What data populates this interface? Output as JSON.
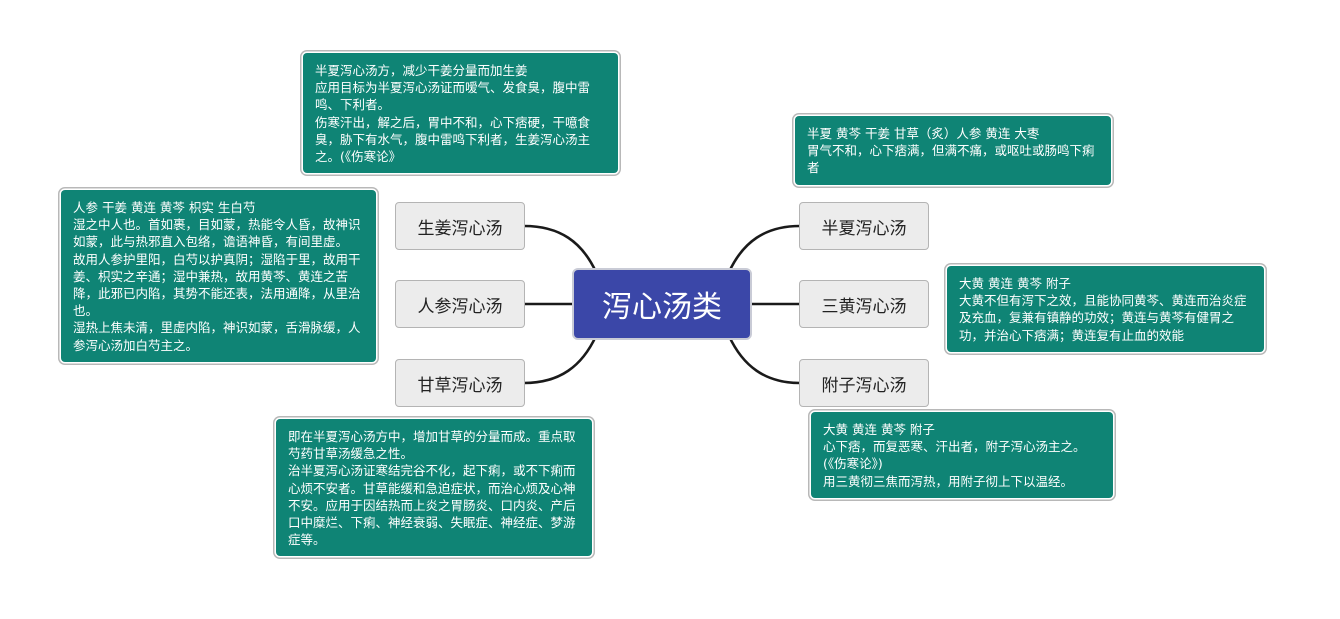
{
  "central": {
    "label": "泻心汤类"
  },
  "branches": [
    {
      "id": "shengjiang",
      "label": "生姜泻心汤",
      "note": [
        "半夏泻心汤方，减少干姜分量而加生姜",
        "应用目标为半夏泻心汤证而嗳气、发食臭，腹中雷鸣、下利者。",
        "伤寒汗出，解之后，胃中不和，心下痞硬，干噫食臭，胁下有水气，腹中雷鸣下利者，生姜泻心汤主之。(《伤寒论》"
      ]
    },
    {
      "id": "renshen",
      "label": "人参泻心汤",
      "note": [
        "人参 干姜 黄连 黄芩 枳实 生白芍",
        "湿之中人也。首如裹，目如蒙，热能令人昏，故神识如蒙，此与热邪直入包络，谵语神昏，有间里虚。",
        "故用人参护里阳，白芍以护真阴；湿陷于里，故用干姜、枳实之辛通；湿中兼热，故用黄芩、黄连之苦降，此邪已内陷，其势不能还表，法用通降，从里治也。",
        "湿热上焦未清，里虚内陷，神识如蒙，舌滑脉缓，人参泻心汤加白芍主之。"
      ]
    },
    {
      "id": "gancao",
      "label": "甘草泻心汤",
      "note": [
        "即在半夏泻心汤方中，增加甘草的分量而成。重点取芍药甘草汤缓急之性。",
        "治半夏泻心汤证寒结完谷不化，起下痢，或不下痢而心烦不安者。甘草能缓和急迫症状，而治心烦及心神不安。应用于因结热而上炎之胃肠炎、口内炎、产后口中糜烂、下痢、神经衰弱、失眠症、神经症、梦游症等。"
      ]
    },
    {
      "id": "banxia",
      "label": "半夏泻心汤",
      "note": [
        "半夏 黄芩 干姜 甘草（炙）人参 黄连 大枣",
        "胃气不和，心下痞满，但满不痛，或呕吐或肠鸣下痢者"
      ]
    },
    {
      "id": "sanhuang",
      "label": "三黄泻心汤",
      "note": [
        "大黄 黄连 黄芩  附子",
        "大黄不但有泻下之效，且能协同黄芩、黄连而治炎症及充血，复兼有镇静的功效；黄连与黄芩有健胃之功，并治心下痞满；黄连复有止血的效能"
      ]
    },
    {
      "id": "fuzi",
      "label": "附子泻心汤",
      "note": [
        "大黄 黄连 黄芩  附子",
        "心下痞，而复恶寒、汗出者，附子泻心汤主之。(《伤寒论》)",
        "用三黄彻三焦而泻热，用附子彻上下以温经。"
      ]
    }
  ]
}
